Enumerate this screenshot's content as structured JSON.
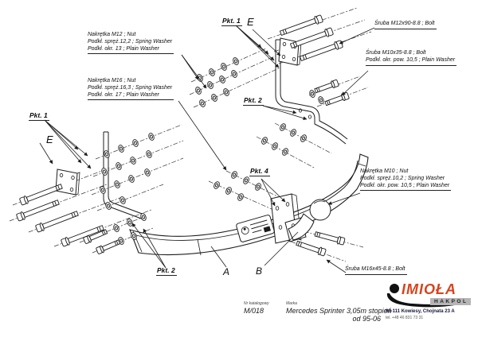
{
  "sheet": {
    "background": "#ffffff",
    "line_color": "#1c1c1c"
  },
  "callouts": {
    "nut_m12": {
      "lines": [
        "Nakrętka  M12 ; Nut",
        "Podkł. spręż.12,2 ; Spring Washer",
        "Podkł. okr. 13 ; Plain Washer"
      ]
    },
    "nut_m16": {
      "lines": [
        "Nakrętka  M16 ; Nut",
        "Podkł. spręż.16,3 ; Spring Washer",
        "Podkł. okr. 17 ; Plain Washer"
      ]
    },
    "bolt_m12x90": {
      "lines": [
        "Śruba M12x90-8.8 ;  Bolt"
      ]
    },
    "bolt_m10x35": {
      "lines": [
        "Śruba M10x35-8.8 ;  Bolt",
        "Podkł. okr. pow. 10,5 ; Plain Washer"
      ]
    },
    "nut_m10": {
      "lines": [
        "Nakrętka  M10 ; Nut",
        "Podkł. spręż.10,2 ; Spring Washer",
        "Podkł. okr. pow. 10,5 ; Plain Washer"
      ]
    },
    "bolt_m16x45": {
      "lines": [
        "Śruba M16x45-8.8 ;  Bolt"
      ]
    }
  },
  "markers": {
    "pkt1_top": "Pkt. 1",
    "pkt1_left": "Pkt. 1",
    "pkt2_mid": "Pkt. 2",
    "pkt2_bottom": "Pkt. 2",
    "pkt4": "Pkt. 4",
    "point_a": "A",
    "point_b": "B",
    "e_top": "E",
    "e_left": "E"
  },
  "title_block": {
    "catalog_label": "Nr katalogowy",
    "catalog_number": "M/018",
    "make_label": "Marka",
    "vehicle": "Mercedes Sprinter 3,05m stopień",
    "years": "od  95-06"
  },
  "brand": {
    "name": "IMIOŁA",
    "sub_name": "HAKPOL",
    "address": "96-111 Kowiesy, Chojnata 23 A",
    "phone": "tel. +48 46 831 73 31",
    "accent_color": "#d8431d",
    "icon": "towball-silhouette"
  }
}
